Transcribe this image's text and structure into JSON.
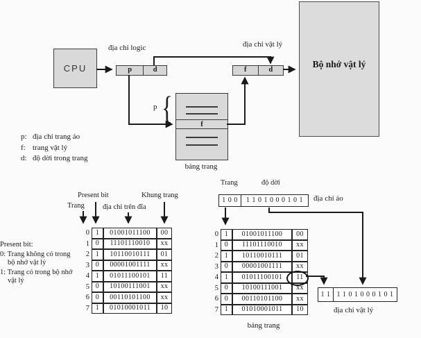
{
  "diagram": {
    "cpu_label": "CPU",
    "logic_address_label": "địa chỉ logic",
    "physical_address_label": "địa chỉ vật lý",
    "p_cell": "p",
    "d_cell_logic": "d",
    "f_cell": "f",
    "d_cell_physical": "d",
    "physical_memory_label": "Bộ nhớ vật lý",
    "page_table_f_row": "f",
    "brace_label": "p",
    "page_table_caption": "bảng trang",
    "legend": [
      {
        "key": "p:",
        "text": "địa chỉ trang ảo"
      },
      {
        "key": "f:",
        "text": "trang vật lý"
      },
      {
        "key": "d:",
        "text": "độ dời trong trang"
      }
    ]
  },
  "left_table_headers": {
    "page": "Trang",
    "present": "Present bit",
    "disk": "địa chỉ trên đĩa",
    "frame": "Khung trang"
  },
  "page_table": {
    "caption": "bảng trang",
    "circled_cell": {
      "row": 4,
      "column": "frame"
    },
    "rows": [
      {
        "page": "0",
        "present": "1",
        "disk_address": "01001011100",
        "frame": "00"
      },
      {
        "page": "1",
        "present": "0",
        "disk_address": "11101110010",
        "frame": "xx"
      },
      {
        "page": "2",
        "present": "1",
        "disk_address": "10110010111",
        "frame": "01"
      },
      {
        "page": "3",
        "present": "0",
        "disk_address": "00001001111",
        "frame": "xx"
      },
      {
        "page": "4",
        "present": "1",
        "disk_address": "01011100101",
        "frame": "11"
      },
      {
        "page": "5",
        "present": "0",
        "disk_address": "10100111001",
        "frame": "xx"
      },
      {
        "page": "6",
        "present": "0",
        "disk_address": "00110101100",
        "frame": "xx"
      },
      {
        "page": "7",
        "present": "1",
        "disk_address": "01010001011",
        "frame": "10"
      }
    ]
  },
  "present_legend": {
    "title": "Present bit:",
    "item0": "0: Trang không có trong bộ nhớ vật lý",
    "item1": "1: Trang có trong bộ nhớ vật lý"
  },
  "virtual_address": {
    "page_label": "Trang",
    "offset_label": "độ dời",
    "page_bits": "1 0 0",
    "offset_bits": "1 1 0 1 0 0 0 1 0 1",
    "label": "địa chỉ ảo"
  },
  "physical_address": {
    "frame_bits": "1 1",
    "offset_bits": "1 1 0 1 0 0 0 1 0 1",
    "label": "địa chỉ vật lý"
  }
}
